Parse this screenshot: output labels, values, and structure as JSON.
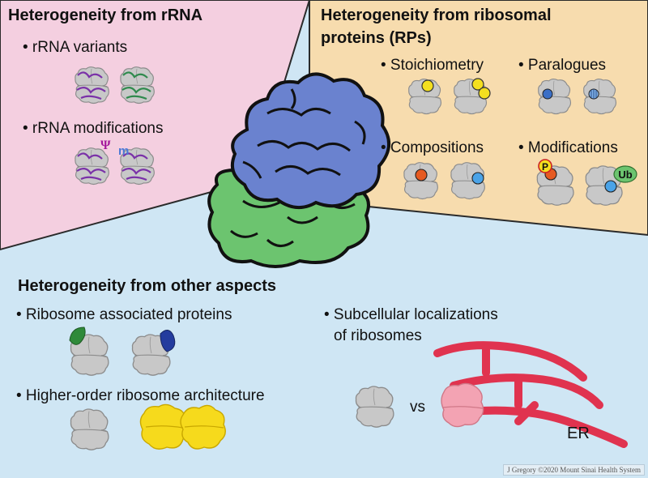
{
  "colors": {
    "pink_panel": "#f4cfe0",
    "orange_panel": "#f7dcae",
    "blue_panel": "#cfe6f4",
    "ribosome_gray": "#c8c8c8",
    "large_subunit": "#6a82cf",
    "small_subunit": "#6cc46f",
    "yellow": "#f4df1f",
    "red_dot": "#e65a21",
    "blue_dot": "#4aa3e8",
    "purple_rna": "#7a31a8",
    "green_rna": "#2f8a4d",
    "er_red": "#e0334f",
    "pink_ribosome": "#f3a3b3"
  },
  "rrna": {
    "title": "Heterogeneity from rRNA",
    "variants": "• rRNA variants",
    "modifications": "• rRNA modifications",
    "psi": "Ψ",
    "m": "m"
  },
  "rp": {
    "title_line1": "Heterogeneity from ribosomal",
    "title_line2": "proteins (RPs)",
    "stoichiometry": "• Stoichiometry",
    "paralogues": "• Paralogues",
    "compositions": "• Compositions",
    "modifications": "• Modifications",
    "p_label": "P",
    "ub_label": "Ub"
  },
  "other": {
    "title": "Heterogeneity from other aspects",
    "assoc": "• Ribosome associated proteins",
    "higher": "• Higher-order ribosome architecture",
    "subcell_line1": "• Subcellular localizations",
    "subcell_line2": "of ribosomes",
    "vs": "vs",
    "er": "ER"
  },
  "credit": "J Gregory ©2020 Mount Sinai Health System"
}
